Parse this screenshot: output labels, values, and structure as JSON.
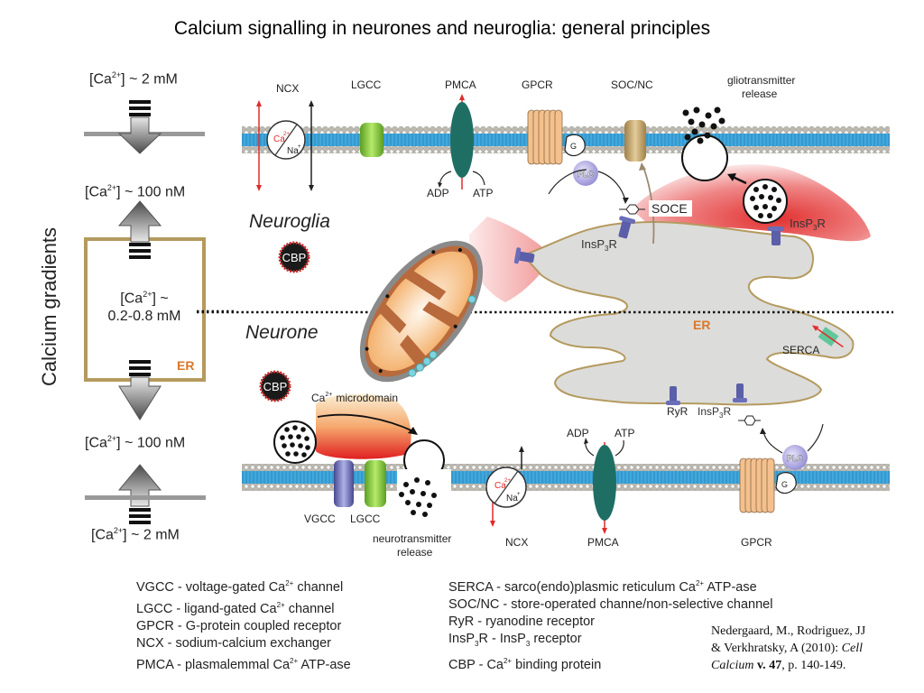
{
  "title": "Calcium signalling in neurones and neuroglia: general principles",
  "left_panel": {
    "axis_label": "Calcium gradients",
    "gradients": [
      {
        "prefix": "[Ca",
        "sup": "2+",
        "suffix": "] ~ 2 mM"
      },
      {
        "prefix": "[Ca",
        "sup": "2+",
        "suffix": "] ~ 100 nM"
      },
      {
        "prefix": "[Ca",
        "sup": "2+",
        "suffix": "] ~",
        "line2": "0.2-0.8 mM"
      },
      {
        "prefix": "[Ca",
        "sup": "2+",
        "suffix": "] ~ 100 nM"
      },
      {
        "prefix": "[Ca",
        "sup": "2+",
        "suffix": "] ~ 2 mM"
      }
    ],
    "er_label": "ER"
  },
  "diagram": {
    "compartments": {
      "glia": "Neuroglia",
      "neuron": "Neurone"
    },
    "top_membrane_labels": {
      "ncx": "NCX",
      "lgcc": "LGCC",
      "pmca": "PMCA",
      "gpcr": "GPCR",
      "socnc": "SOC/NC",
      "glio_line1": "gliotransmitter",
      "glio_line2": "release",
      "adp": "ADP",
      "atp": "ATP",
      "plc": "PLC",
      "g": "G",
      "ca": "Ca",
      "ca_sup": "2+",
      "na": "Na",
      "na_sup": "+"
    },
    "er": {
      "label": "ER",
      "soce": "SOCE",
      "insp3r_left": "InsP",
      "insp3r_sub": "3",
      "insp3r_tail": "R",
      "serca": "SERCA",
      "ryr": "RyR"
    },
    "cbp": "CBP",
    "microdomain": {
      "ca": "Ca",
      "sup": "2+",
      "text": "microdomain"
    },
    "bottom_membrane_labels": {
      "vgcc": "VGCC",
      "lgcc": "LGCC",
      "nt_line1": "neurotransmitter",
      "nt_line2": "release",
      "ncx": "NCX",
      "pmca": "PMCA",
      "gpcr": "GPCR",
      "adp": "ADP",
      "atp": "ATP",
      "plc": "PLC",
      "g": "G",
      "ca": "Ca",
      "ca_sup": "2+",
      "na": "Na",
      "na_sup": "+"
    },
    "colors": {
      "membrane_blue": "#3aa6dc",
      "lipid_head": "#b9b6ae",
      "er_fill": "#d9d9d6",
      "er_border": "#b49a5e",
      "ca_red": "#e02b2b",
      "pmca_teal": "#1f6e64",
      "lgcc_green": "#7cc23a",
      "vgcc_purple": "#5b5ea8",
      "gpcr_orange": "#f3c08e",
      "soc_tan": "#c2a163",
      "er_text": "#d9782a"
    }
  },
  "legend": {
    "left": [
      {
        "abbr": "VGCC",
        "desc_pre": " - voltage-gated Ca",
        "sup": "2+",
        "desc_post": " channel"
      },
      {
        "abbr": "LGCC",
        "desc_pre": " - ligand-gated Ca",
        "sup": "2+",
        "desc_post": " channel"
      },
      {
        "abbr": "GPCR",
        "desc_pre": " - G-protein coupled receptor",
        "sup": "",
        "desc_post": ""
      },
      {
        "abbr": "NCX",
        "desc_pre": " - sodium-calcium exchanger",
        "sup": "",
        "desc_post": ""
      },
      {
        "abbr": "PMCA",
        "desc_pre": " - plasmalemmal Ca",
        "sup": "2+",
        "desc_post": " ATP-ase"
      }
    ],
    "right": [
      {
        "text_pre": "SERCA - sarco(endo)plasmic reticulum Ca",
        "sup": "2+",
        "text_post": " ATP-ase"
      },
      {
        "text_pre": "SOC/NC - store-operated channe/non-selective channel",
        "sup": "",
        "text_post": ""
      },
      {
        "text_pre": "RyR - ryanodine receptor",
        "sup": "",
        "text_post": ""
      },
      {
        "text_pre": "InsP",
        "sub": "3",
        "text_mid": "R - InsP",
        "sub2": "3",
        "text_post": " receptor"
      },
      {
        "text_pre": "CBP - Ca",
        "sup": "2+",
        "text_post": " binding protein"
      }
    ]
  },
  "citation": {
    "line1": "Nedergaard, M., Rodriguez, JJ",
    "line2_pre": "& Verkhratsky, A (2010): ",
    "line2_italic": "Cell",
    "line3_italic": "Calcium",
    "line3_bold_pre": " v. ",
    "line3_bold_num": "47",
    "line3_post": ", p. 140-149."
  }
}
